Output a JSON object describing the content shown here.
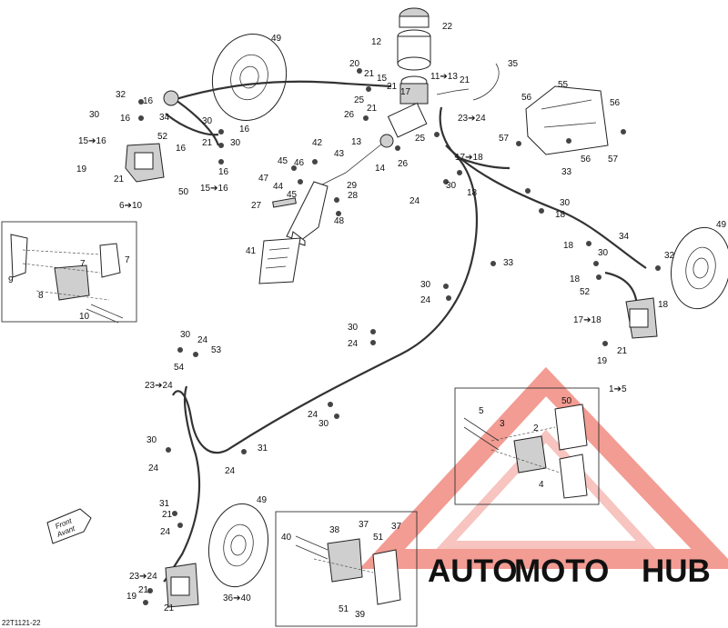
{
  "diagram_code": "22T1121-22",
  "front_marker": {
    "line1": "Front",
    "line2": "Avant"
  },
  "watermark": {
    "part1": "AUTO",
    "part2": "MOTO",
    "part3": "HUB",
    "color1": "#F2B640",
    "color2": "#E84D3C",
    "color3": "#555555"
  },
  "labels": {
    "l49a": "49",
    "l22": "22",
    "l12": "12",
    "l35": "35",
    "l20": "20",
    "l21a": "21",
    "l15a": "15",
    "l11_13": "11➔13",
    "l21b": "21",
    "l16a": "16",
    "l32a": "32",
    "l30a": "30",
    "l16b": "16",
    "l34a": "34",
    "l25a": "25",
    "l17": "17",
    "l21c": "21",
    "l21d": "21",
    "l23_24a": "23➔24",
    "l55": "55",
    "l56a": "56",
    "l56b": "56",
    "l26a": "26",
    "l13a": "13",
    "l25b": "25",
    "l30b": "30",
    "l16c": "16",
    "l57a": "57",
    "l52a": "52",
    "l15_16a": "15➔16",
    "l16d": "16",
    "l21e": "21",
    "l30c": "30",
    "l42": "42",
    "l43": "43",
    "l26b": "26",
    "l33a": "33",
    "l56c": "56",
    "l57b": "57",
    "l45a": "45",
    "l46": "46",
    "l47": "47",
    "l14": "14",
    "l17_18a": "17➔18",
    "l19a": "19",
    "l21f": "21",
    "l16e": "16",
    "l29": "29",
    "l50a": "50",
    "l15_16b": "15➔16",
    "l44": "44",
    "l28": "28",
    "l30d": "30",
    "l18a": "18",
    "l27": "27",
    "l45b": "45",
    "l48": "48",
    "l24a": "24",
    "l30e": "30",
    "l18b": "18",
    "l6_10": "6➔10",
    "l34b": "34",
    "l49b": "49",
    "l7a": "7",
    "l41": "41",
    "l18c": "18",
    "l9": "9",
    "l7b": "7",
    "l33b": "33",
    "l30f": "30",
    "l32b": "32",
    "l8": "8",
    "l18d": "18",
    "l10": "10",
    "l30g": "30",
    "l52b": "52",
    "l24b": "24",
    "l18e": "18",
    "l17_18b": "17➔18",
    "l30h": "30",
    "l24c": "24",
    "l24d": "24",
    "l30i": "30",
    "l53": "53",
    "l21g": "21",
    "l54": "54",
    "l19b": "19",
    "l23_24b": "23➔24",
    "l1_5": "1➔5",
    "l5": "5",
    "l50b": "50",
    "l24e": "24",
    "l30j": "30",
    "l3": "3",
    "l2": "2",
    "l30k": "30",
    "l31a": "31",
    "l24f": "24",
    "l24g": "24",
    "l4": "4",
    "l49c": "49",
    "l31b": "31",
    "l21h": "21",
    "l24h": "24",
    "l38": "38",
    "l37a": "37",
    "l37b": "37",
    "l40": "40",
    "l51a": "51",
    "l23_24c": "23➔24",
    "l21i": "21",
    "l19c": "19",
    "l21j": "21",
    "l36_40": "36➔40",
    "l51b": "51",
    "l39": "39"
  }
}
